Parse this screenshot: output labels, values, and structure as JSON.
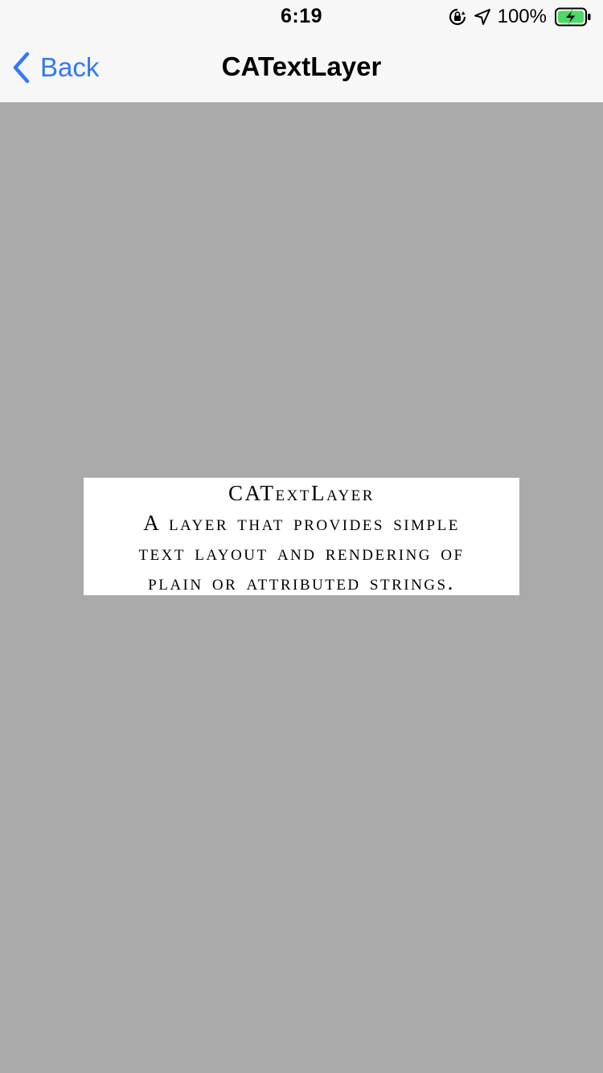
{
  "status_bar": {
    "time": "6:19",
    "battery_percent": "100%",
    "icons": [
      "orientation-lock-icon",
      "location-arrow-icon",
      "battery-charging-icon"
    ],
    "battery_color": "#4cd964"
  },
  "nav_bar": {
    "back_label": "Back",
    "title": "CATextLayer",
    "accent_color": "#3478f6"
  },
  "text_layer": {
    "title": "CATextLayer",
    "line1": "A layer that provides simple",
    "line2": "text layout and rendering of",
    "line3": "plain or attributed strings."
  },
  "colors": {
    "background": "#aaaaaa",
    "text_layer_background": "#ffffff"
  }
}
